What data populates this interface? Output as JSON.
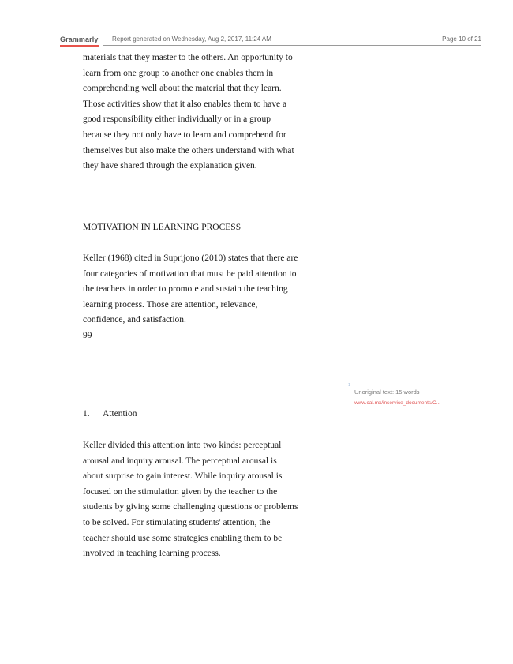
{
  "header": {
    "brand": "Grammarly",
    "report_date": "Report generated on Wednesday, Aug 2, 2017, 11:24 AM",
    "page": "Page 10 of 21"
  },
  "content": {
    "para1": [
      "materials that they master to the others. An opportunity to",
      "learn from one group to another one enables them in",
      "comprehending well about the material that they learn.",
      "Those activities show that it also enables them to have a",
      "good responsibility either individually or in a group",
      "because they not only have to learn and comprehend for",
      "themselves but also make the others understand with what",
      "they have shared through the explanation given."
    ],
    "heading": "MOTIVATION IN LEARNING PROCESS",
    "para2": [
      "Keller (1968) cited in Suprijono (2010) states that there are",
      "four categories of motivation that must be paid attention to",
      "the teachers in order to promote and sustain the teaching",
      "learning process. Those are attention, relevance,",
      "confidence, and satisfaction.",
      "99"
    ],
    "list_item": {
      "number": "1.",
      "text": "Attention"
    },
    "para3": [
      "Keller divided this attention into two kinds: perceptual",
      "arousal and inquiry arousal. The perceptual arousal is",
      "about surprise to gain interest. While inquiry arousal is",
      "focused on the stimulation given by the teacher to the",
      "students by giving some challenging questions or problems",
      "to be solved. For stimulating students' attention, the",
      "teacher should use some strategies enabling them to be",
      "involved in teaching learning process."
    ]
  },
  "note": {
    "marker": "1",
    "label": "Unoriginal text: 15 words",
    "source": "www.cal.mx/inservice_documents/C..."
  },
  "colors": {
    "brand_underline": "#e8534b",
    "source_link": "#e05555"
  }
}
